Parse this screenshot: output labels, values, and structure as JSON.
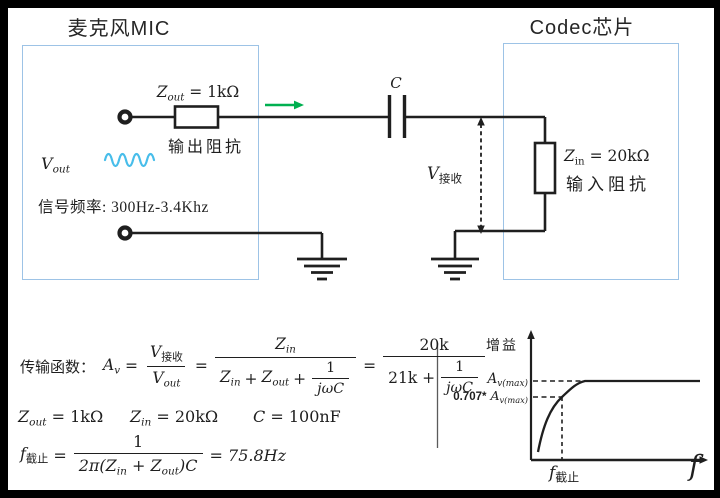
{
  "titles": {
    "mic": "麦克风MIC",
    "codec": "Codec芯片"
  },
  "mic": {
    "zout_sym": "Z",
    "zout_sub": "out",
    "zout_val": " = 1kΩ",
    "zout_caption": "输出阻抗",
    "vout_sym": "V",
    "vout_sub": "out",
    "freq_text": "信号频率: 300Hz-3.4Khz"
  },
  "coupling": {
    "cap_label": "C",
    "vrecv_sym": "V",
    "vrecv_sub": "接收"
  },
  "codec": {
    "zin_sym": "Z",
    "zin_sub": "in",
    "zin_val": " = 20kΩ",
    "zin_caption": "输入阻抗"
  },
  "equations": {
    "transfer_label": "传输函数：",
    "av_sym": "A",
    "av_sub": "v",
    "equals": "=",
    "plus": "+",
    "one": "1",
    "jwc": "jωC",
    "z": "Z",
    "sub_in": "in",
    "sub_out": "out",
    "f1_num_sym": "V",
    "f1_num_sub": "接收",
    "f1_den_sym": "V",
    "f1_den_sub": "out",
    "f3_num": "20k",
    "f3_den_pre": "21k +",
    "vals_zout": " = 1kΩ",
    "vals_zin": " = 20kΩ",
    "vals_c_sym": "C",
    "vals_c_val": " = 100nF",
    "fc_sym": "f",
    "fc_sub": "截止",
    "fc_den_pre": "2π(Z",
    "fc_den_mid": " + Z",
    "fc_den_post": ")C",
    "fc_result": "= 75.8Hz"
  },
  "graph": {
    "ylabel": "增益",
    "xlabel": "f",
    "avmax_sym": "A",
    "avmax_sub": "v(max)",
    "avmax707_prefix": "0.707*",
    "fcut_sym": "f",
    "fcut_sub": "截止"
  },
  "colors": {
    "frame": "#000000",
    "box_border": "#9dc3e6",
    "wire": "#1f1f1f",
    "green_arrow": "#00b050",
    "sine_wave": "#47bdea"
  }
}
